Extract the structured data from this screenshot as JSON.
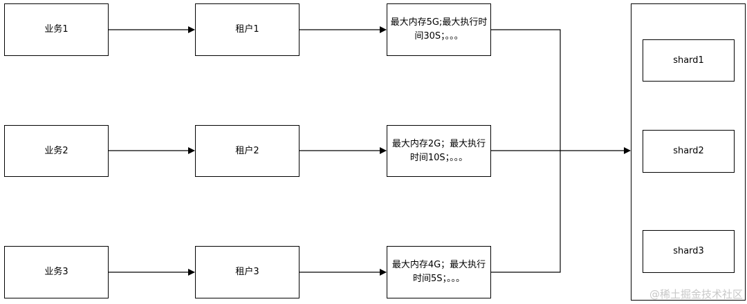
{
  "diagram": {
    "businesses": [
      "业务1",
      "业务2",
      "业务3"
    ],
    "tenants": [
      "租户1",
      "租户2",
      "租户3"
    ],
    "limits": [
      "最大内存5G;最大执行时间30S；。。。",
      "最大内存2G；最大执行时间10S；。。。",
      "最大内存4G；最大执行时间5S；。。。"
    ],
    "shards": [
      "shard1",
      "shard2",
      "shard3"
    ]
  },
  "watermark": "@稀土掘金技术社区"
}
